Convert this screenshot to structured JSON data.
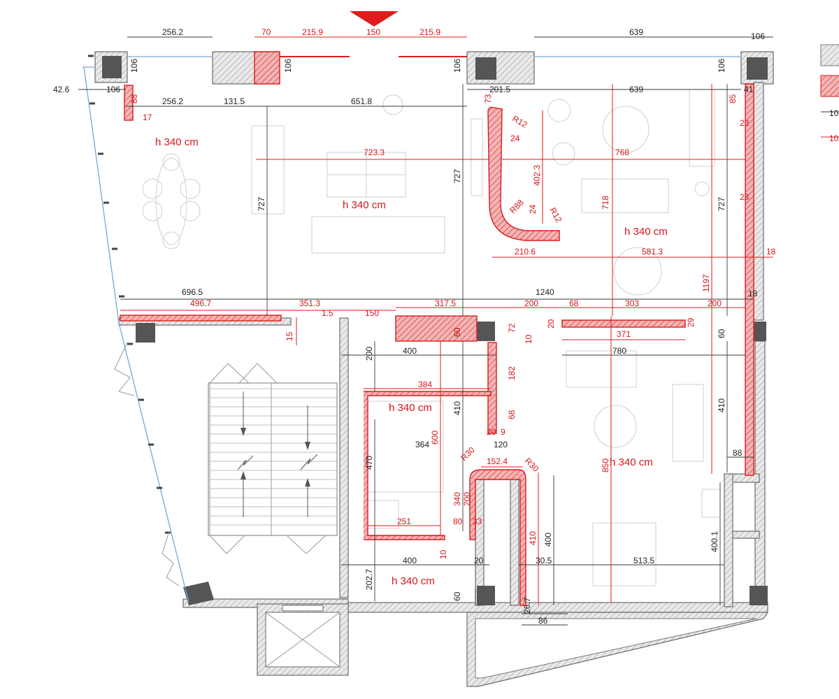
{
  "labels": {
    "rooms": [
      "h 340 cm",
      "h 340 cm",
      "h 340 cm",
      "h 340 cm",
      "h 340 cm",
      "h 340 cm"
    ],
    "legend": [
      "10",
      "10"
    ]
  },
  "dims_black": [
    "256.2",
    "106",
    "42.6",
    "106",
    "256.2",
    "131.5",
    "651.8",
    "106",
    "201.5",
    "639",
    "106",
    "639",
    "106",
    "106",
    "727",
    "727",
    "727",
    "696.5",
    "1240",
    "400",
    "60",
    "780",
    "200",
    "410",
    "364",
    "470",
    "400",
    "20",
    "30.5",
    "513.5",
    "202.7",
    "60",
    "400",
    "400.1",
    "60",
    "410",
    "88",
    "26.7",
    "86",
    "18",
    "41",
    "120"
  ],
  "dims_red": [
    "70",
    "215.9",
    "150",
    "215.9",
    "88",
    "17",
    "723.3",
    "768",
    "R12",
    "24",
    "402.3",
    "R88",
    "24",
    "R12",
    "210.6",
    "581.3",
    "18",
    "718",
    "1197",
    "85",
    "23",
    "23",
    "496.7",
    "351.3",
    "1.5",
    "15",
    "150",
    "317.5",
    "200",
    "68",
    "303",
    "200",
    "60",
    "72",
    "10",
    "20",
    "29",
    "371",
    "384",
    "182",
    "68",
    "20",
    "9",
    "600",
    "R30",
    "R30",
    "152.4",
    "340",
    "200",
    "251",
    "80",
    "33",
    "10",
    "410",
    "850",
    "73"
  ],
  "colors": {
    "red": "#d91c1c",
    "gray_wall": "#8a8a8a",
    "column": "#555555",
    "glass": "#7aa6d6"
  }
}
